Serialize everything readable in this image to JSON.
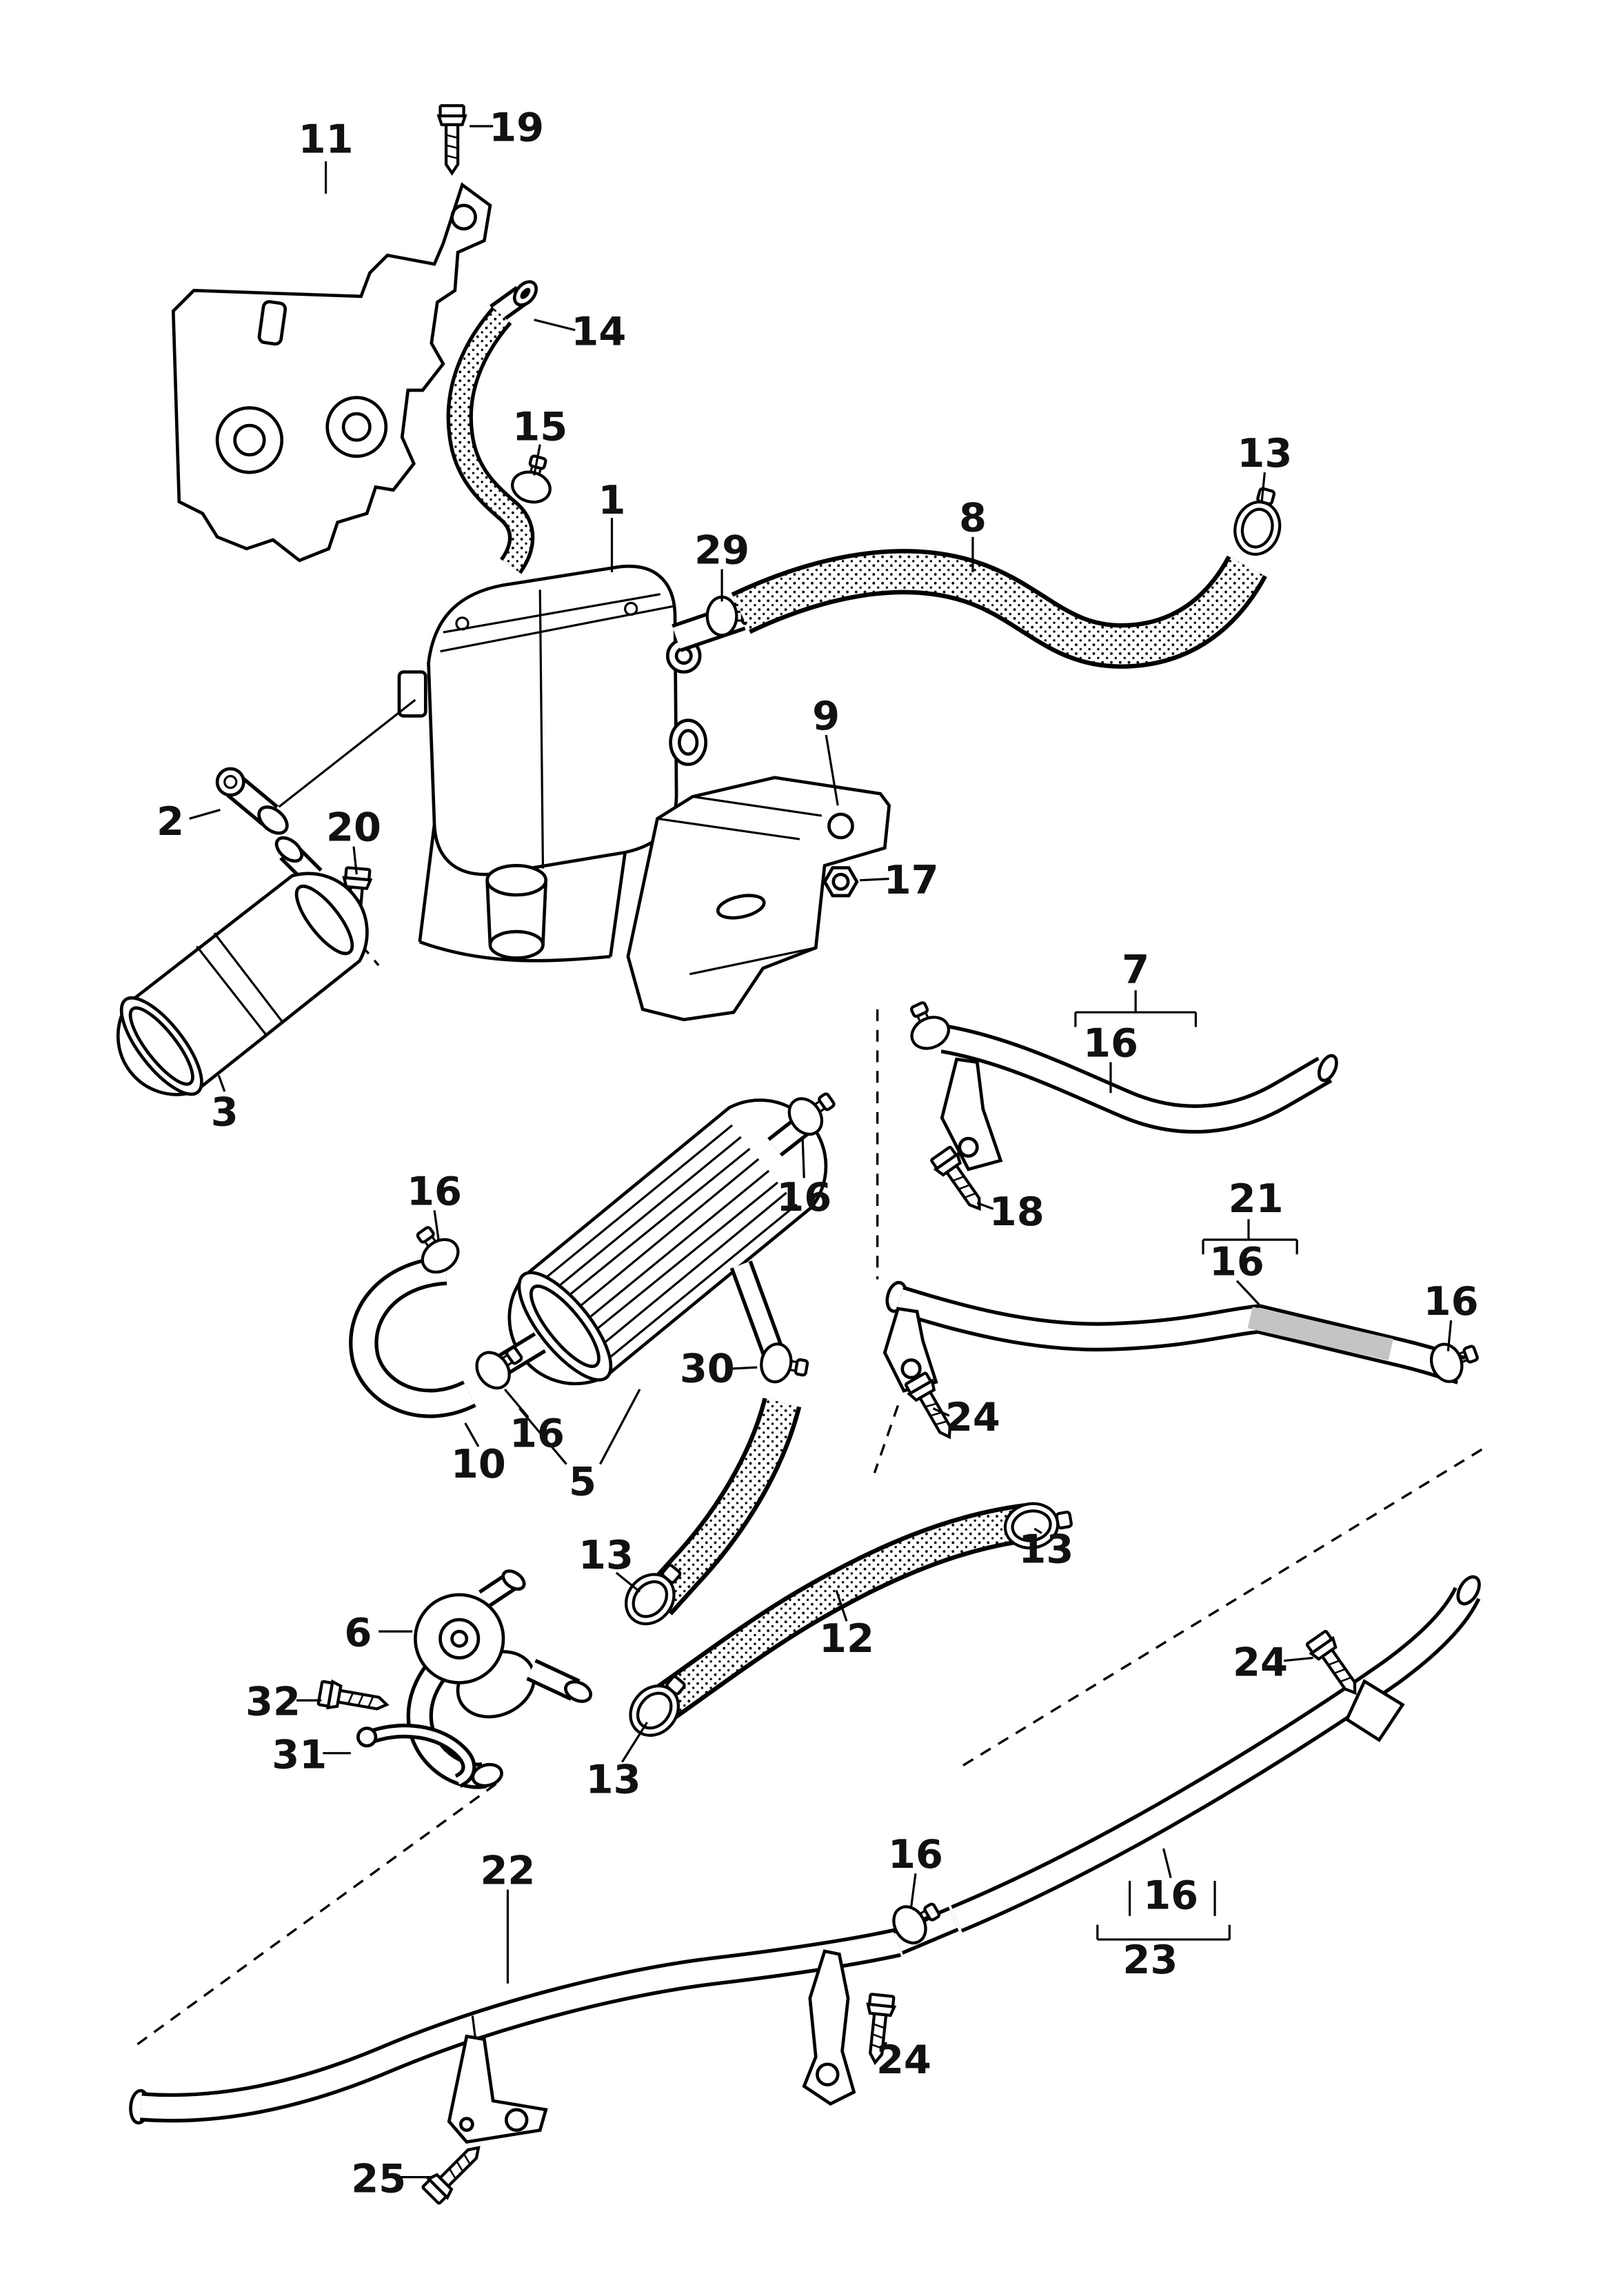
{
  "colors": {
    "background": "#ffffff",
    "line": "#000000",
    "pipe_gray": "#c4c4c4"
  },
  "callouts": {
    "n1": "1",
    "n2": "2",
    "n3": "3",
    "n5": "5",
    "n6": "6",
    "n7": "7",
    "n8": "8",
    "n9": "9",
    "n10": "10",
    "n11": "11",
    "n12": "12",
    "n13": "13",
    "n14": "14",
    "n15": "15",
    "n16": "16",
    "n17": "17",
    "n18": "18",
    "n19": "19",
    "n20": "20",
    "n21": "21",
    "n22": "22",
    "n23": "23",
    "n24": "24",
    "n25": "25",
    "n29": "29",
    "n30": "30",
    "n31": "31",
    "n32": "32"
  }
}
